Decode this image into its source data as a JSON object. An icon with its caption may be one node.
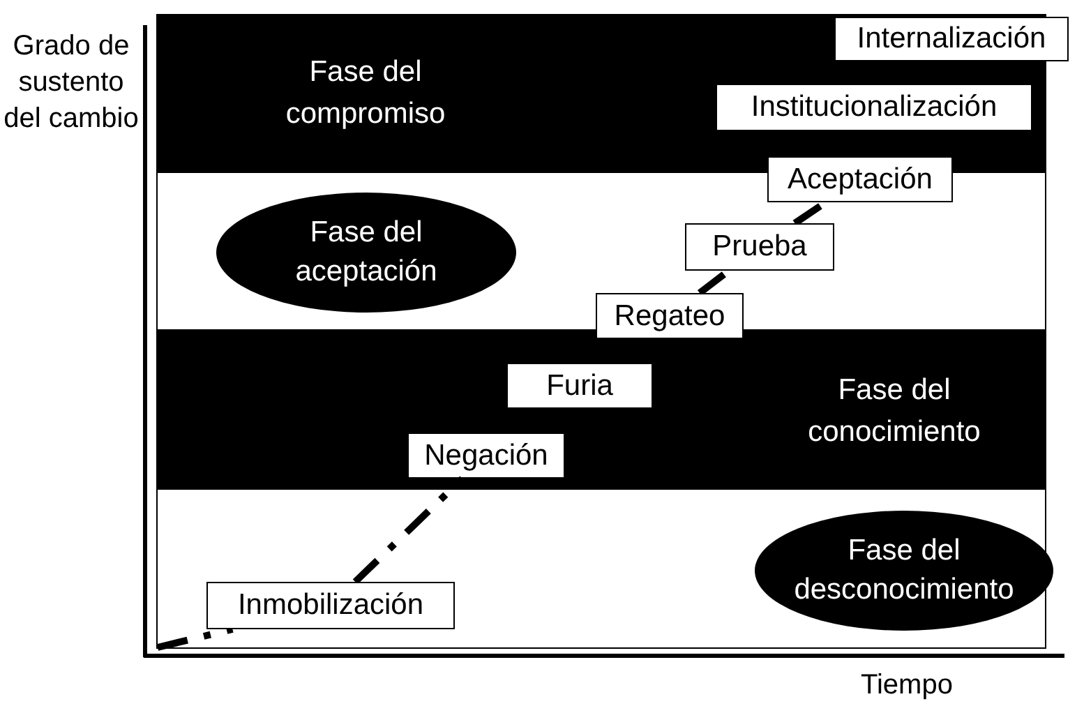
{
  "diagram": {
    "nodes": [
      {
        "text": [
          "Fase del compromiso"
        ]
      },
      {
        "text": [
          "Internalización"
        ]
      },
      {
        "text": [
          "Institucionalización"
        ],
        "in": 0
      },
      {
        "text": [
          "Aceptación"
        ]
      },
      {
        "text": [
          "Fase del aceptación"
        ]
      },
      {
        "text": [
          "Prueba"
        ]
      },
      {
        "text": [
          "Regateo"
        ]
      },
      {
        "text": [
          "Fase del conocimiento"
        ]
      },
      {
        "text": [
          "Furia"
        ],
        "in": 7
      },
      {
        "text": [
          "Negación"
        ],
        "in": 7
      },
      {
        "text": [
          "Fase del desconocimiento"
        ]
      },
      {
        "text": [
          "Inmobilización"
        ]
      }
    ],
    "edges": [
      {
        "from": null,
        "to": 11,
        "arrow": "none",
        "style": "dashed"
      },
      {
        "from": 11,
        "to": 9,
        "arrow": "none",
        "style": "dashed"
      },
      {
        "from": 6,
        "to": 5,
        "arrow": "none",
        "style": "dashed"
      },
      {
        "from": 5,
        "to": 3,
        "arrow": "none",
        "style": "dashed"
      }
    ],
    "labels": [
      "Grado de sustento del cambio",
      "Tiempo"
    ]
  }
}
